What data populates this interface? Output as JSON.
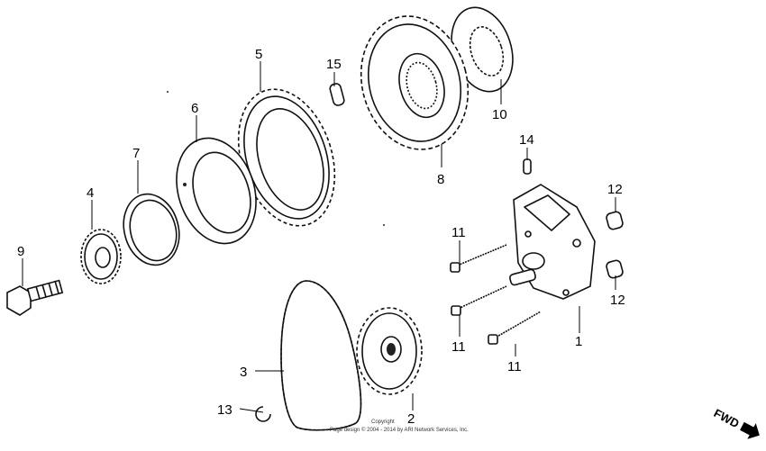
{
  "callouts": {
    "c1": "1",
    "c2": "2",
    "c3": "3",
    "c4": "4",
    "c5": "5",
    "c6": "6",
    "c7": "7",
    "c8": "8",
    "c9": "9",
    "c10": "10",
    "c11a": "11",
    "c11b": "11",
    "c11c": "11",
    "c12a": "12",
    "c12b": "12",
    "c13": "13",
    "c14": "14",
    "c15": "15"
  },
  "direction_label": "FWD",
  "copyright": {
    "line1": "Copyright",
    "line2": "Page design © 2004 - 2014 by ARI Network Services, Inc."
  }
}
